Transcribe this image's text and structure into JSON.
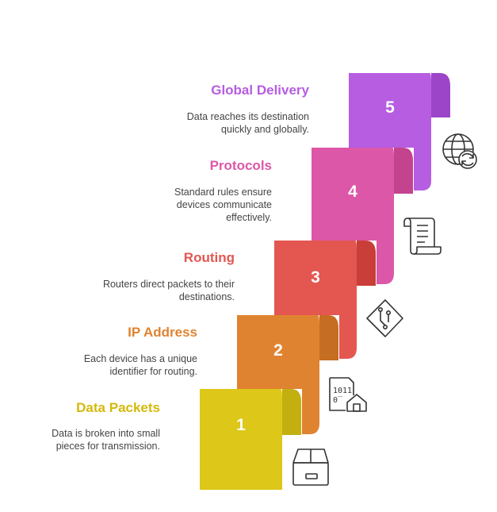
{
  "steps": [
    {
      "number": "1",
      "title": "Data Packets",
      "description": "Data is broken into small pieces for transmission.",
      "color": "#DDC719",
      "icon": "box-icon"
    },
    {
      "number": "2",
      "title": "IP Address",
      "description": "Each device has a unique identifier for routing.",
      "color": "#E08331",
      "icon": "binary-home-icon"
    },
    {
      "number": "3",
      "title": "Routing",
      "description": "Routers direct packets to their destinations.",
      "color": "#E45650",
      "icon": "circuit-diamond-icon"
    },
    {
      "number": "4",
      "title": "Protocols",
      "description": "Standard rules ensure devices communicate effectively.",
      "color": "#DD57A8",
      "icon": "scroll-icon"
    },
    {
      "number": "5",
      "title": "Global Delivery",
      "description": "Data reaches its destination quickly and globally.",
      "color": "#B65DE1",
      "icon": "globe-refresh-icon"
    }
  ]
}
